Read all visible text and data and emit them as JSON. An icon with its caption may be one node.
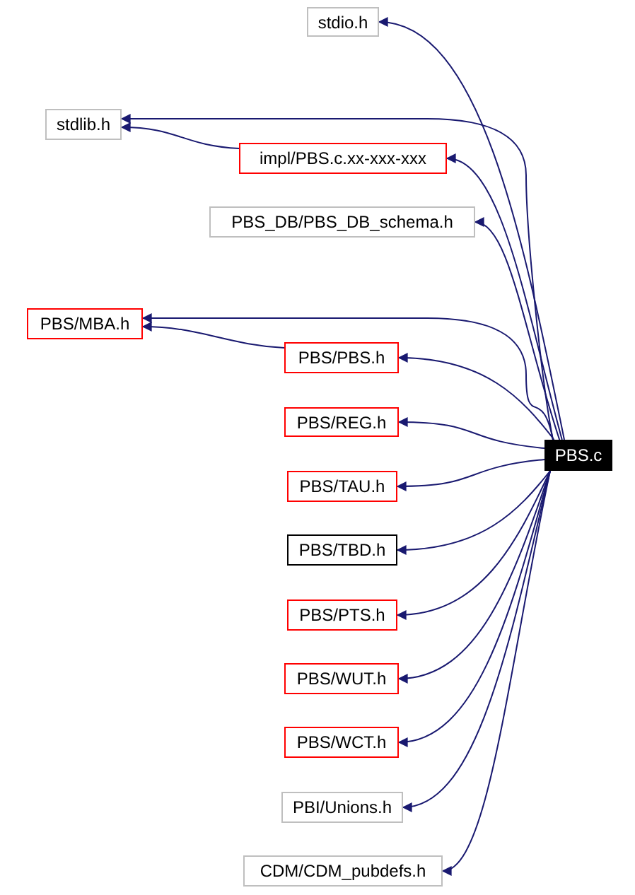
{
  "diagram": {
    "nodes": [
      {
        "text": [
          "stdio.h"
        ]
      },
      {
        "text": [
          "stdlib.h"
        ]
      },
      {
        "text": [
          "impl/PBS.c.xx-xxx-xxx"
        ]
      },
      {
        "text": [
          "PBS_DB/PBS_DB_schema.h"
        ]
      },
      {
        "text": [
          "PBS/MBA.h"
        ]
      },
      {
        "text": [
          "PBS/PBS.h"
        ]
      },
      {
        "text": [
          "PBS/REG.h"
        ]
      },
      {
        "text": [
          "PBS/TAU.h"
        ]
      },
      {
        "text": [
          "PBS/TBD.h"
        ]
      },
      {
        "text": [
          "PBS/PTS.h"
        ]
      },
      {
        "text": [
          "PBS/WUT.h"
        ]
      },
      {
        "text": [
          "PBS/WCT.h"
        ]
      },
      {
        "text": [
          "PBI/Unions.h"
        ]
      },
      {
        "text": [
          "CDM/CDM_pubdefs.h"
        ]
      },
      {
        "text": [
          "PBS.c"
        ]
      }
    ],
    "edges": [
      {
        "from": 14,
        "to": 0,
        "arrow": "to"
      },
      {
        "from": 14,
        "to": 1,
        "arrow": "to"
      },
      {
        "from": 2,
        "to": 1,
        "arrow": "to"
      },
      {
        "from": 14,
        "to": 2,
        "arrow": "to"
      },
      {
        "from": 14,
        "to": 3,
        "arrow": "to"
      },
      {
        "from": 14,
        "to": 4,
        "arrow": "to"
      },
      {
        "from": 5,
        "to": 4,
        "arrow": "to"
      },
      {
        "from": 14,
        "to": 5,
        "arrow": "to"
      },
      {
        "from": 14,
        "to": 6,
        "arrow": "to"
      },
      {
        "from": 14,
        "to": 7,
        "arrow": "to"
      },
      {
        "from": 14,
        "to": 8,
        "arrow": "to"
      },
      {
        "from": 14,
        "to": 9,
        "arrow": "to"
      },
      {
        "from": 14,
        "to": 10,
        "arrow": "to"
      },
      {
        "from": 14,
        "to": 11,
        "arrow": "to"
      },
      {
        "from": 14,
        "to": 12,
        "arrow": "to"
      },
      {
        "from": 14,
        "to": 13,
        "arrow": "to"
      }
    ]
  }
}
